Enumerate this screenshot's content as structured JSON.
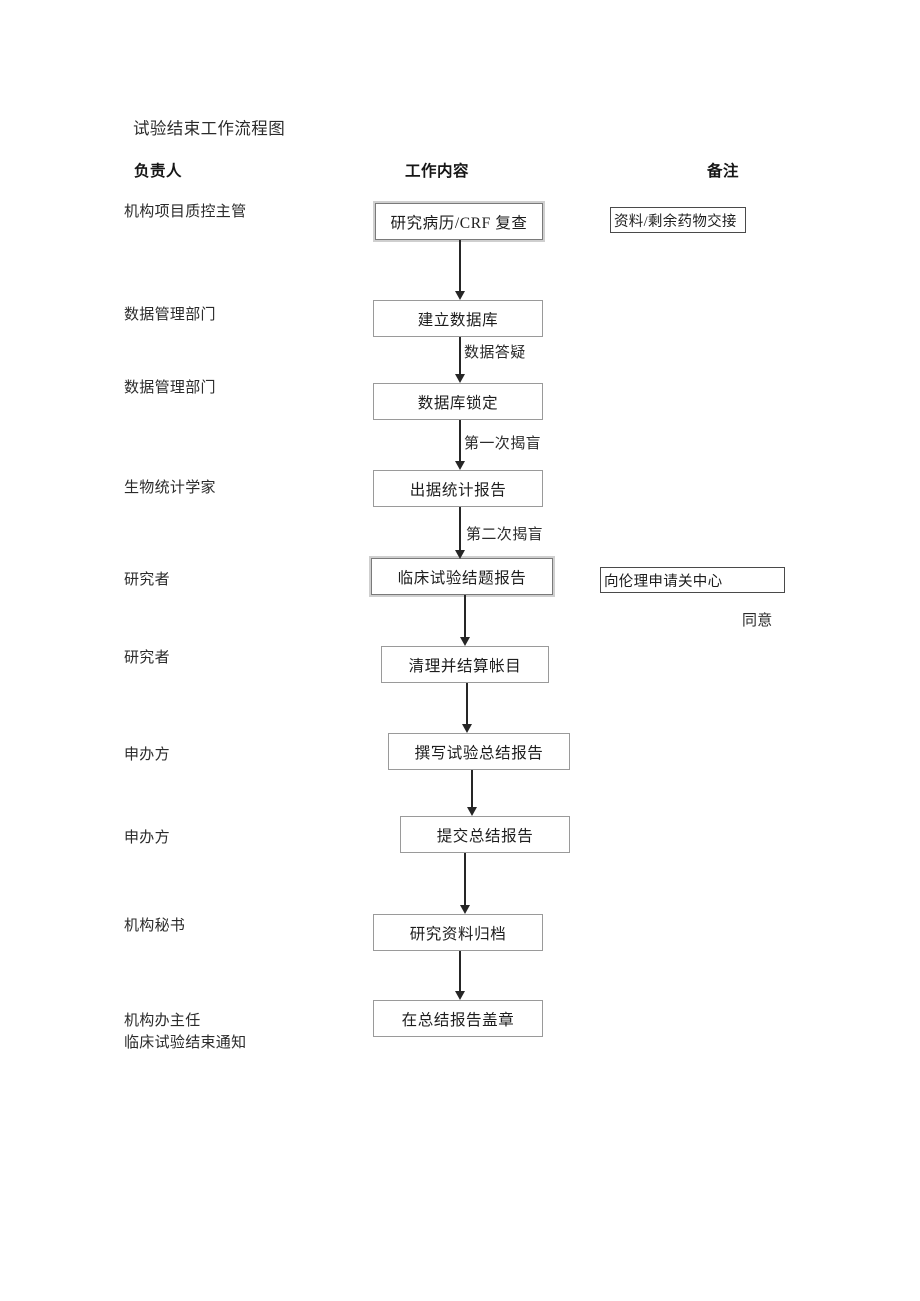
{
  "document": {
    "title": "试验结束工作流程图"
  },
  "headers": {
    "owner": "负责人",
    "content": "工作内容",
    "remark": "备注"
  },
  "roles": [
    {
      "label": "机构项目质控主管"
    },
    {
      "label": "数据管理部门"
    },
    {
      "label": "数据管理部门"
    },
    {
      "label": "生物统计学家"
    },
    {
      "label": "研究者"
    },
    {
      "label": "研究者"
    },
    {
      "label": "申办方"
    },
    {
      "label": "申办方"
    },
    {
      "label": "机构秘书"
    },
    {
      "label": "机构办主任"
    },
    {
      "label": "临床试验结束通知"
    }
  ],
  "steps": [
    {
      "label": "研究病历/CRF 复查"
    },
    {
      "label": "建立数据库"
    },
    {
      "label": "数据库锁定"
    },
    {
      "label": "出据统计报告"
    },
    {
      "label": "临床试验结题报告"
    },
    {
      "label": "清理并结算帐目"
    },
    {
      "label": "撰写试验总结报告"
    },
    {
      "label": "提交总结报告"
    },
    {
      "label": "研究资料归档"
    },
    {
      "label": "在总结报告盖章"
    }
  ],
  "edge_labels": [
    {
      "label": "数据答疑"
    },
    {
      "label": "第一次揭盲"
    },
    {
      "label": "第二次揭盲"
    }
  ],
  "notes": [
    {
      "label": "资料/剩余药物交接"
    },
    {
      "label": "向伦理申请关中心"
    },
    {
      "label": "同意"
    }
  ],
  "chart_data": {
    "type": "flowchart",
    "title": "试验结束工作流程图",
    "columns": [
      "负责人",
      "工作内容",
      "备注"
    ],
    "orientation": "top-to-bottom",
    "nodes": [
      {
        "id": 1,
        "owner": "机构项目质控主管",
        "step": "研究病历/CRF 复查",
        "remark": "资料/剩余药物交接"
      },
      {
        "id": 2,
        "owner": "数据管理部门",
        "step": "建立数据库",
        "remark": ""
      },
      {
        "id": 3,
        "owner": "数据管理部门",
        "step": "数据库锁定",
        "remark": ""
      },
      {
        "id": 4,
        "owner": "生物统计学家",
        "step": "出据统计报告",
        "remark": ""
      },
      {
        "id": 5,
        "owner": "研究者",
        "step": "临床试验结题报告",
        "remark": "向伦理申请关中心 同意"
      },
      {
        "id": 6,
        "owner": "研究者",
        "step": "清理并结算帐目",
        "remark": ""
      },
      {
        "id": 7,
        "owner": "申办方",
        "step": "撰写试验总结报告",
        "remark": ""
      },
      {
        "id": 8,
        "owner": "申办方",
        "step": "提交总结报告",
        "remark": ""
      },
      {
        "id": 9,
        "owner": "机构秘书",
        "step": "研究资料归档",
        "remark": ""
      },
      {
        "id": 10,
        "owner": "机构办主任 / 临床试验结束通知",
        "step": "在总结报告盖章",
        "remark": ""
      }
    ],
    "edges": [
      {
        "from": 1,
        "to": 2,
        "label": ""
      },
      {
        "from": 2,
        "to": 3,
        "label": "数据答疑"
      },
      {
        "from": 3,
        "to": 4,
        "label": "第一次揭盲"
      },
      {
        "from": 4,
        "to": 5,
        "label": "第二次揭盲"
      },
      {
        "from": 5,
        "to": 6,
        "label": ""
      },
      {
        "from": 6,
        "to": 7,
        "label": ""
      },
      {
        "from": 7,
        "to": 8,
        "label": ""
      },
      {
        "from": 8,
        "to": 9,
        "label": ""
      },
      {
        "from": 9,
        "to": 10,
        "label": ""
      }
    ]
  }
}
